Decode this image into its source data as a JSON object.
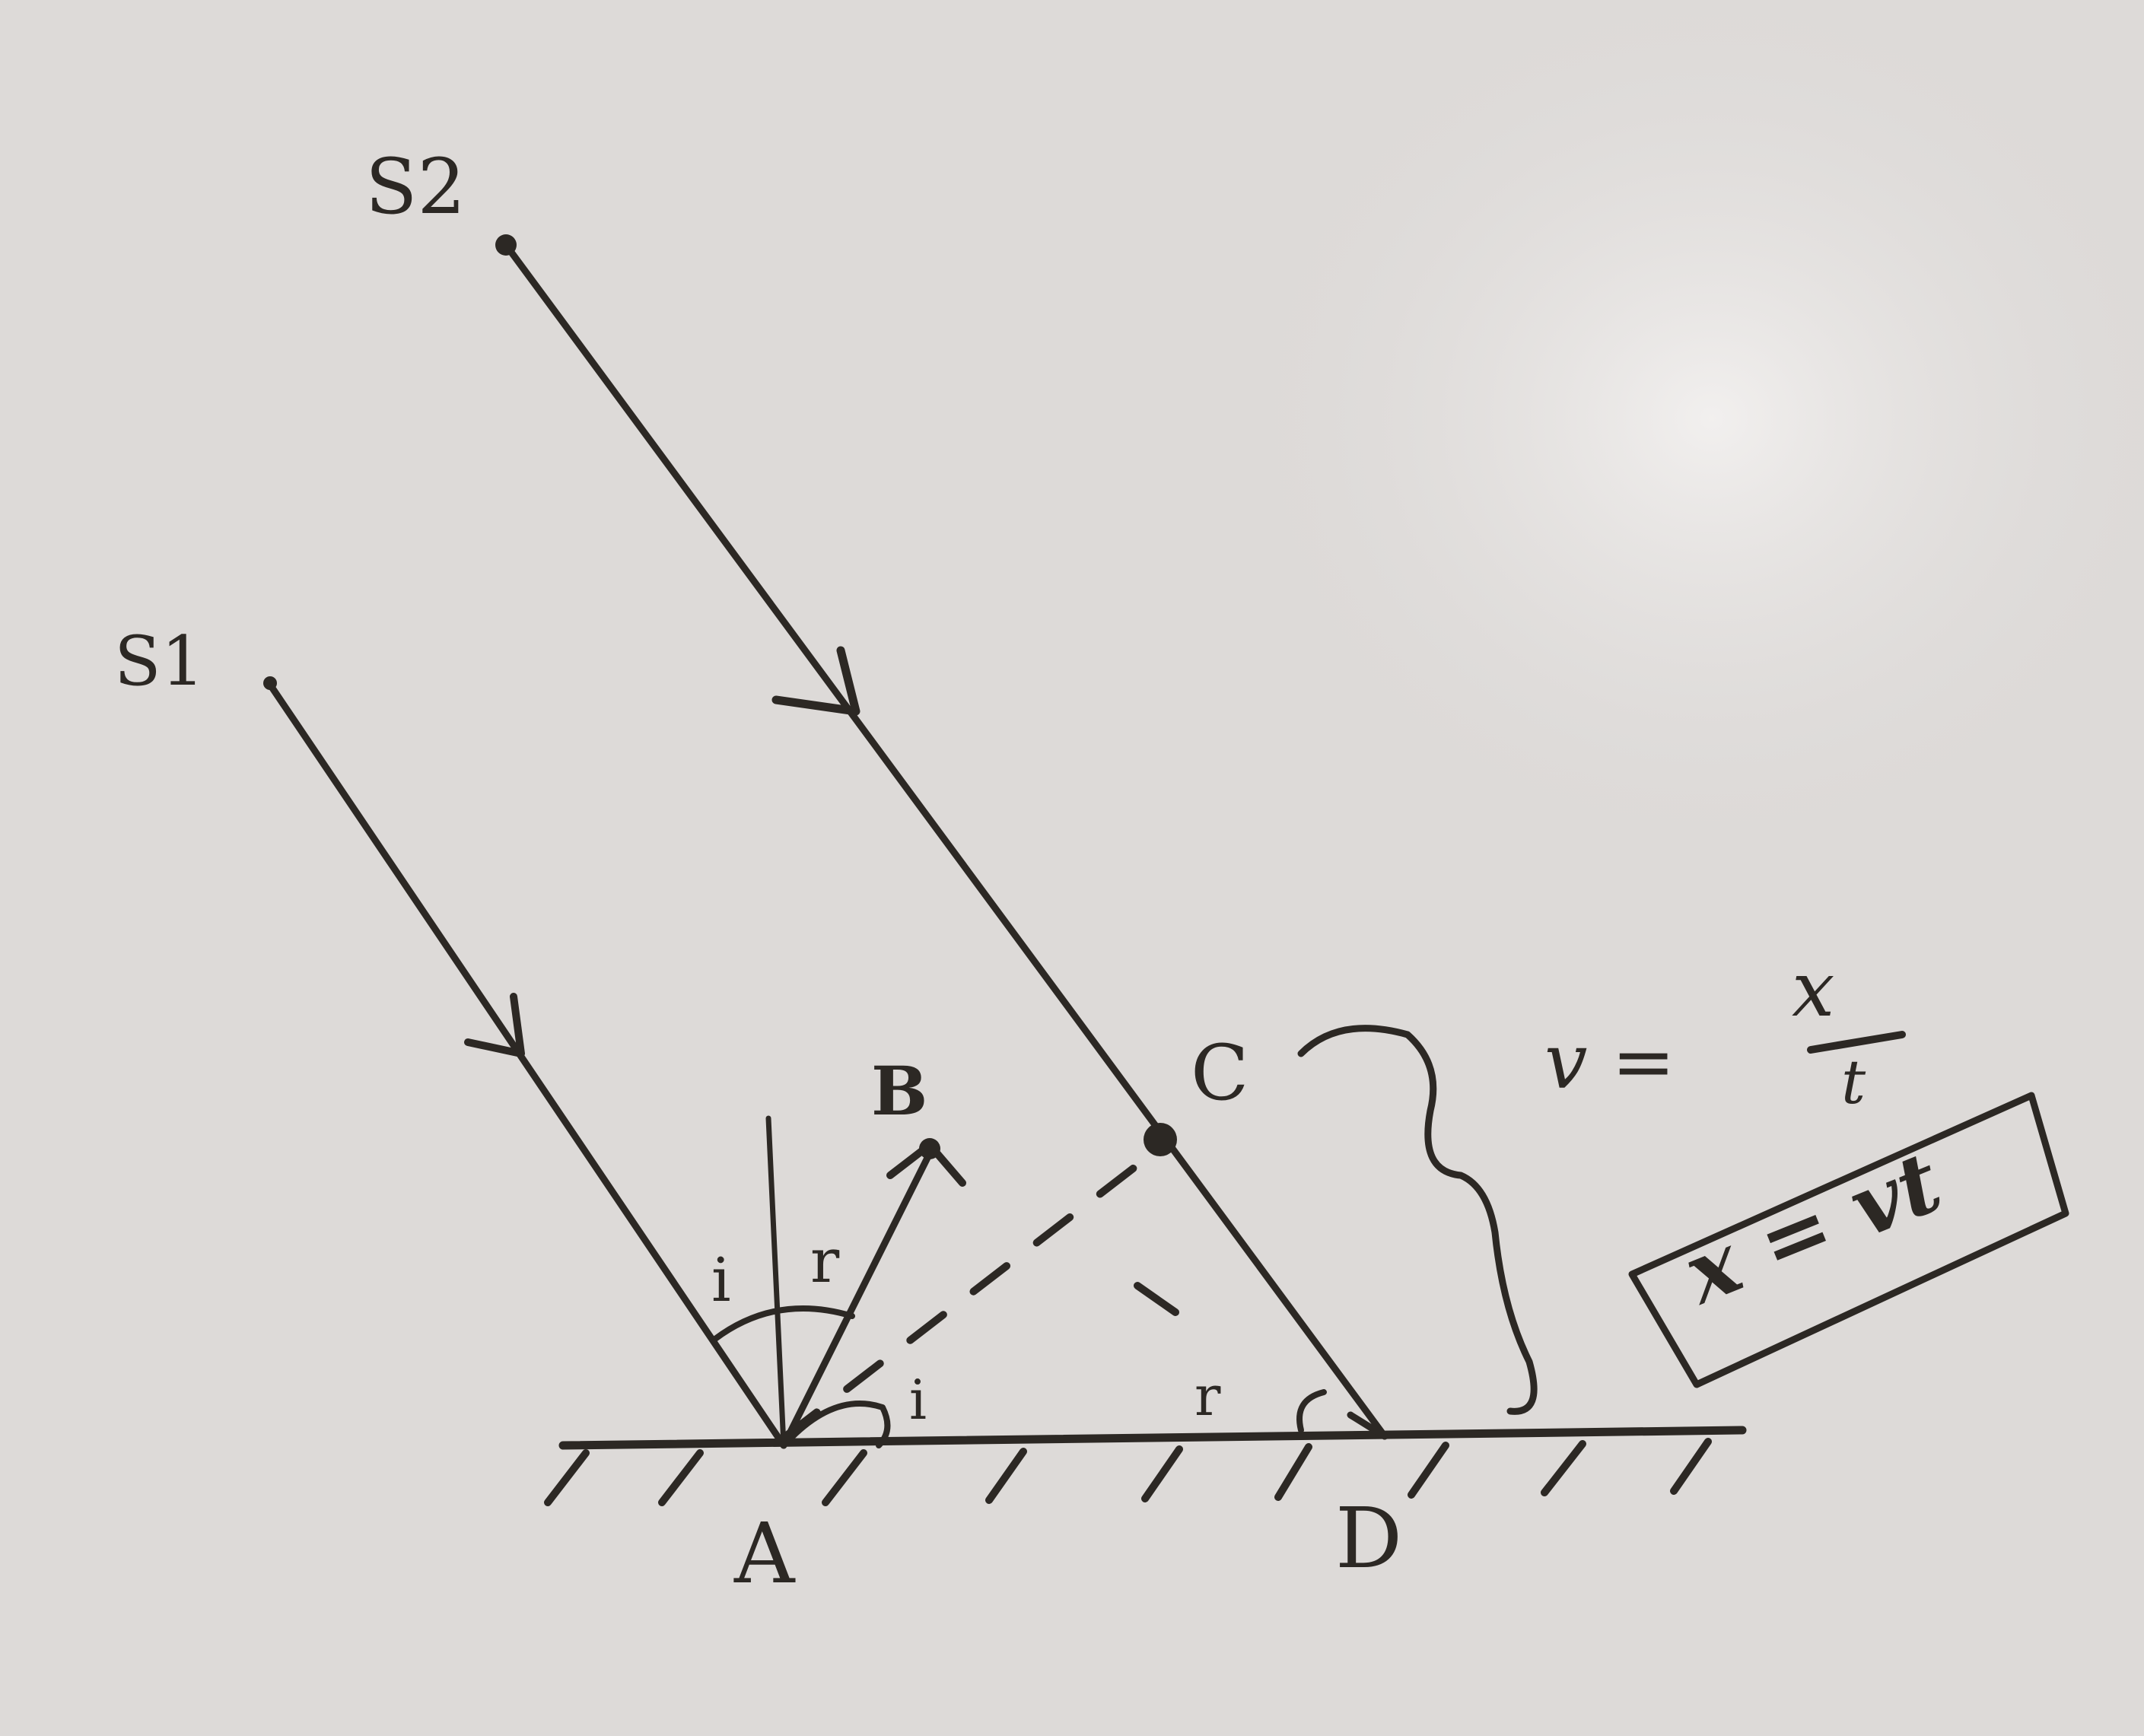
{
  "points": {
    "s1": "S1",
    "s2": "S2",
    "a": "A",
    "b": "B",
    "c": "C",
    "d": "D"
  },
  "angles": {
    "incidence": "i",
    "reflection": "r"
  },
  "equation": {
    "lhs": "v =",
    "numerator": "x",
    "denominator": "t",
    "boxed": "x = vt"
  },
  "colors": {
    "paper": "#dddad8",
    "ink": "#2c2824"
  }
}
